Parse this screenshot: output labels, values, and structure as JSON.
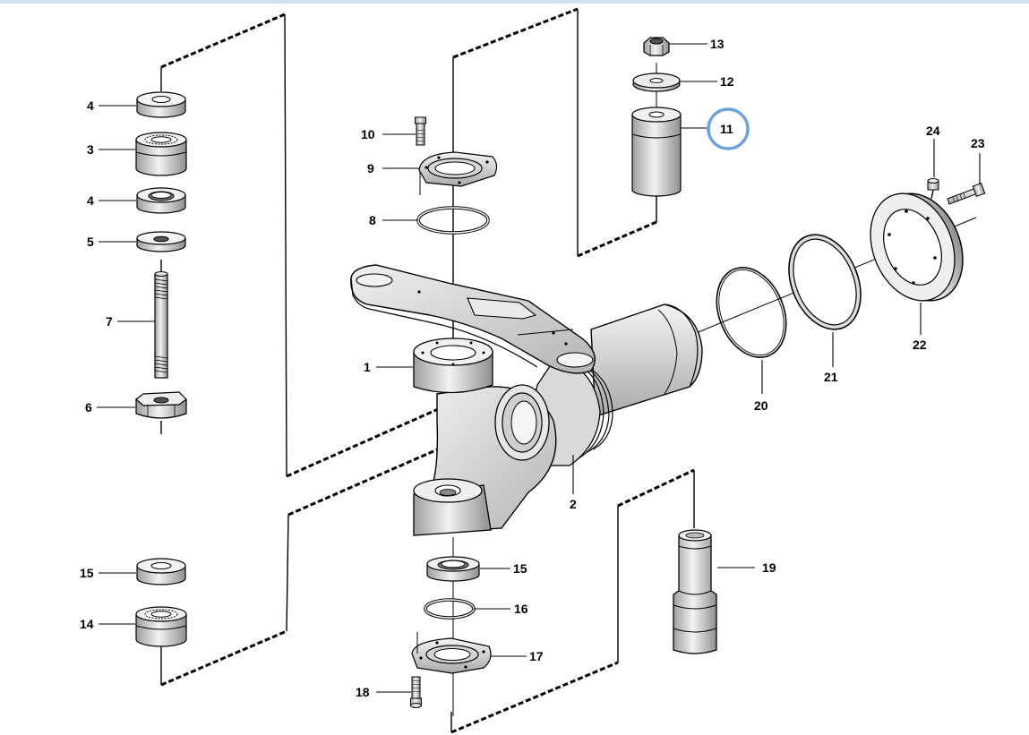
{
  "highlight_color": "#6fa3d6",
  "callouts": {
    "c1": "1",
    "c2": "2",
    "c3": "3",
    "c4a": "4",
    "c4b": "4",
    "c5": "5",
    "c6": "6",
    "c7": "7",
    "c8": "8",
    "c9": "9",
    "c10": "10",
    "c11": "11",
    "c12": "12",
    "c13": "13",
    "c14": "14",
    "c15a": "15",
    "c15b": "15",
    "c16": "16",
    "c17": "17",
    "c18": "18",
    "c19": "19",
    "c20": "20",
    "c21": "21",
    "c22": "22",
    "c23": "23",
    "c24": "24"
  },
  "selected_part": "11"
}
